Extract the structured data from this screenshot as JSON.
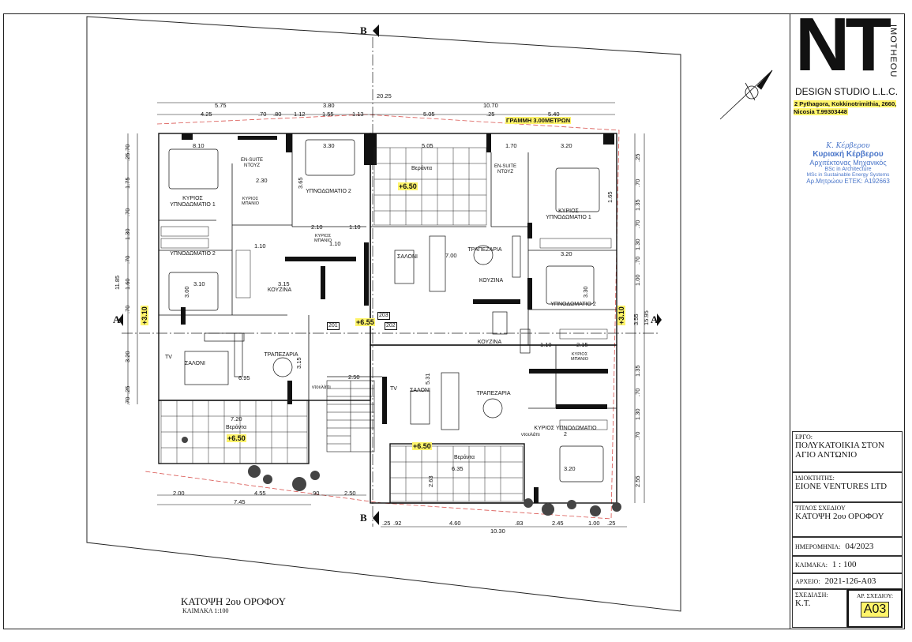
{
  "drawing": {
    "title": "ΚΑΤΟΨΗ 2ου ΟΡΟΦΟΥ",
    "scale_text": "ΚΛΙΜΑΚΑ 1:100",
    "section_a": "A",
    "section_b": "B",
    "setback_label": "ΓΡΑΜΜΗ 3.00ΜΕΤΡΩΝ",
    "levels": [
      "+6.50",
      "+6.55",
      "+3.10"
    ],
    "flat_numbers": [
      "201",
      "202",
      "203"
    ]
  },
  "rooms": {
    "master_bedroom": "ΚΥΡΙΟΣ ΥΠΝΟΔΩΜΑΤΙΟ 1",
    "master_bedroom_b": "ΚΥΡΙΟΣ ΥΠΝΟΔΩΜΑΤΙΟ",
    "master_bedroom_2": "ΚΥΡΙΟΣ ΥΠΝΟΔΩΜΑΤΙΟ 2",
    "bedroom_2": "ΥΠΝΟΔΩΜΑΤΙΟ 2",
    "ensuite": "EN-SUITE ΝΤΟΥΖ",
    "bathroom": "ΚΥΡΙΟΣ ΜΠΑΝΙΟ",
    "salon": "ΣΑΛΟΝΙ",
    "dining": "ΤΡΑΠΕΖΑΡΙΑ",
    "kitchen": "ΚΟΥΖΙΝΑ",
    "veranda": "Βεράντα",
    "tv": "TV",
    "ntoulapi": "ντουλάπι"
  },
  "dims": {
    "top_overall": "20.25",
    "top_row1": [
      "5.75",
      "3.80",
      "10.70"
    ],
    "top_row2": [
      "4.25",
      ".70",
      ".80",
      "1.12",
      "1.55",
      "1.13",
      "5.05",
      ".25",
      "5.40"
    ],
    "bottom_row1": [
      "2.00",
      "4.55",
      ".90",
      "2.50"
    ],
    "bottom_row2": [
      "7.45"
    ],
    "bottom_right": [
      ".25",
      ".92",
      "4.60",
      ".83",
      "2.45",
      "1.00",
      ".25"
    ],
    "bottom_right_total": "10.30",
    "left_v": [
      ".70",
      ".25",
      "1.75",
      ".70",
      "1.30",
      ".70",
      "1.60",
      ".70",
      "3.20",
      ".25",
      ".70"
    ],
    "left_total": "11.85",
    "right_v": [
      ".25",
      ".70",
      "1.35",
      ".70",
      "1.30",
      ".70",
      "1.00",
      "1.35",
      ".70",
      "1.30",
      ".70",
      "2.55"
    ],
    "right_total_a": "3.55",
    "right_total_b": "15.95",
    "inner": [
      "8.10",
      "3.30",
      "5.05",
      "1.70",
      "3.20",
      "2.30",
      "2.10",
      "1.10",
      "1.10",
      "3.10",
      "3.15",
      "3.20",
      "2.15",
      "7.20",
      "6.95",
      "2.50",
      "6.35",
      "3.20",
      "5.31",
      "7.00",
      "3.30",
      "3.15",
      "3.65",
      "3.00",
      "1.65",
      "2.63",
      "1.10",
      "1.10"
    ]
  },
  "titleblock": {
    "logo_letters": "NT",
    "logo_side": "IMOTHEOU",
    "studio": "DESIGN STUDIO L.L.C.",
    "address": "2 Pythagora, Kokkinotrimithia, 2660, Nicosia  T.99303448",
    "architect_signature": "Κ. Κέρβερου",
    "architect_name": "Κυριακή Κέρβερου",
    "architect_title": "Αρχιτέκτονας Μηχανικός",
    "architect_deg1": "BSc in Architecture",
    "architect_deg2": "MSc in Sustainable Energy Systems",
    "architect_reg": "Αρ.Μητρώου ΕΤΕΚ: A192663",
    "project_label": "ΕΡΓΟ:",
    "project_value": "ΠΟΛΥΚΑΤΟΙΚΙΑ ΣΤΟΝ ΑΓΙΟ ΑΝΤΩΝΙΟ",
    "owner_label": "ΙΔΙΟΚΤΗΤΗΣ:",
    "owner_value": "EIONE VENTURES LTD",
    "title_label": "ΤΙΤΛΟΣ ΣΧΕΔΙΟΥ",
    "title_value": "ΚΑΤΟΨΗ 2ου ΟΡΟΦΟΥ",
    "date_label": "ΗΜΕΡΟΜΗΝΙΑ:",
    "date_value": "04/2023",
    "scale_label": "ΚΛΙΜΑΚΑ:",
    "scale_value": "1 : 100",
    "file_label": "ΑΡΧΕΙΟ:",
    "file_value": "2021-126-A03",
    "drawn_label": "ΣΧΕΔΙΑΣΗ:",
    "drawn_value": "Κ.Τ.",
    "sheet_label": "ΑΡ. ΣΧΕΔΙΟΥ:",
    "sheet_value": "A03"
  },
  "colors": {
    "line": "#111111",
    "wall": "#111111",
    "setback_red": "#d9534f",
    "highlight": "#fff46a",
    "stamp_blue": "#4a76c9"
  }
}
